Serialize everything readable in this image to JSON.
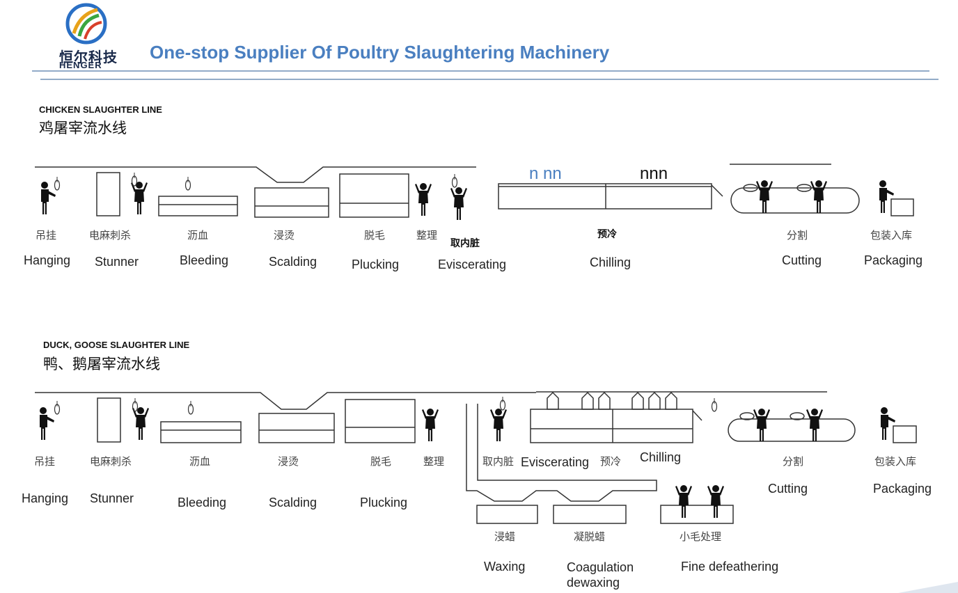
{
  "header": {
    "title": "One-stop Supplier Of Poultry Slaughtering Machinery",
    "brand_cn": "恒尔科技",
    "brand_en": "HENGER"
  },
  "colors": {
    "accent": "#4a7fc0",
    "ink": "#111111",
    "line": "#333333"
  },
  "chicken_line": {
    "title_en": "CHICKEN SLAUGHTER LINE",
    "title_cn": "鸡屠宰流水线",
    "bubble_blue": "n nn",
    "bubble_black": "nnn",
    "steps": [
      {
        "cn": "吊挂",
        "en": "Hanging"
      },
      {
        "cn": "电麻刺杀",
        "en": "Stunner"
      },
      {
        "cn": "沥血",
        "en": "Bleeding"
      },
      {
        "cn": "浸烫",
        "en": "Scalding"
      },
      {
        "cn": "脱毛",
        "en": "Plucking"
      },
      {
        "cn": "整理",
        "en": ""
      },
      {
        "cn": "取内脏",
        "en": "Eviscerating"
      },
      {
        "cn": "预冷",
        "en": "Chilling"
      },
      {
        "cn": "分割",
        "en": "Cutting"
      },
      {
        "cn": "包装入库",
        "en": "Packaging"
      }
    ]
  },
  "duck_line": {
    "title_en": "DUCK, GOOSE SLAUGHTER LINE",
    "title_cn": "鸭、鹅屠宰流水线",
    "steps": [
      {
        "cn": "吊挂",
        "en": "Hanging"
      },
      {
        "cn": "电麻刺杀",
        "en": "Stunner"
      },
      {
        "cn": "沥血",
        "en": "Bleeding"
      },
      {
        "cn": "浸烫",
        "en": "Scalding"
      },
      {
        "cn": "脱毛",
        "en": "Plucking"
      },
      {
        "cn": "整理",
        "en": ""
      },
      {
        "cn": "取内脏",
        "en": "Eviscerating"
      },
      {
        "cn": "预冷",
        "en": "Chilling"
      },
      {
        "cn": "分割",
        "en": "Cutting"
      },
      {
        "cn": "包装入库",
        "en": "Packaging"
      },
      {
        "cn": "浸蜡",
        "en": "Waxing"
      },
      {
        "cn": "凝脱蜡",
        "en": "Coagulation dewaxing"
      },
      {
        "cn": "小毛处理",
        "en": "Fine defeathering"
      }
    ]
  }
}
